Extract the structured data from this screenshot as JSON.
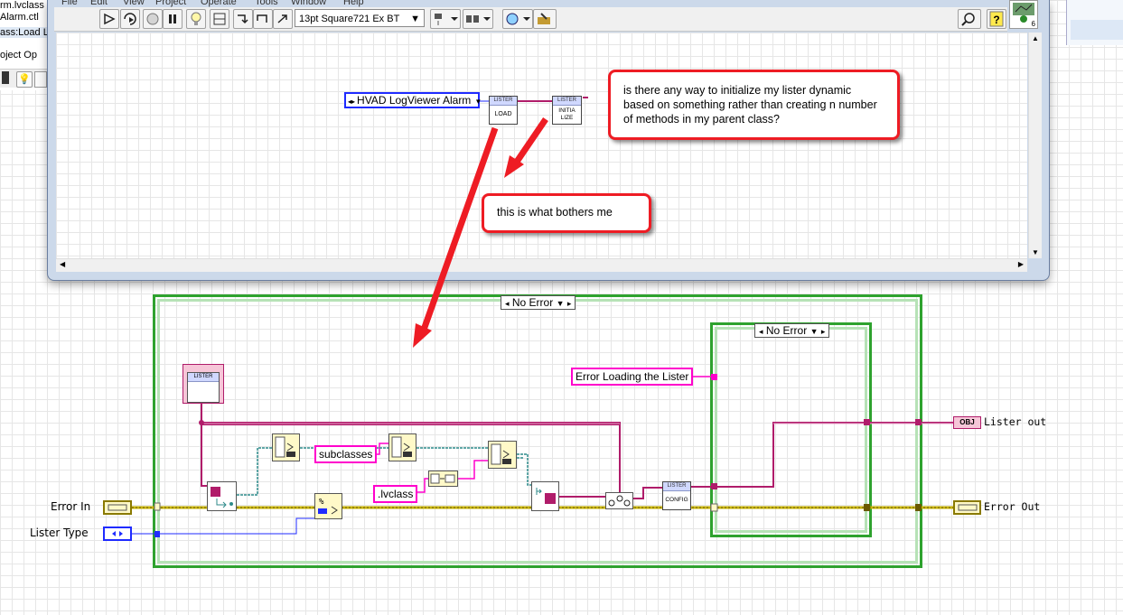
{
  "background_window": {
    "lines": [
      "rm.lvclass",
      "Alarm.ctl",
      "ass:Load L",
      "oject   Op"
    ]
  },
  "menu": {
    "items": [
      "File",
      "Edit",
      "View",
      "Project",
      "Operate",
      "Tools",
      "Window",
      "Help"
    ]
  },
  "toolbar": {
    "font_select": "13pt Square721 Ex BT"
  },
  "corner_badge": "6",
  "top_diagram": {
    "enum_constant": "HVAD LogViewer Alarm",
    "load_node": "LOAD",
    "load_header": "LISTER",
    "init_node_l1": "INITIA",
    "init_node_l2": "LIZE",
    "init_header": "LISTER"
  },
  "callouts": {
    "question": "is there any way to initialize my lister dynamic based on something rather than creating n number of methods in my parent class?",
    "bothers": "this is what bothers me"
  },
  "main_diagram": {
    "case_selector": "No Error",
    "inner_case_selector": "No Error",
    "class_constant_header": "LISTER",
    "error_loading_constant": "Error Loading the Lister",
    "subclasses_constant": "subclasses",
    "lvclass_constant": ".lvclass",
    "config_header": "LISTER",
    "config_node": "CONFIG",
    "error_in_label": "Error In",
    "lister_type_label": "Lister Type",
    "lister_out_label": "Lister out",
    "error_out_label": "Error Out",
    "obj_badge": "OBJ"
  },
  "colors": {
    "class_wire": "#b01c6a",
    "error_wire": "#c8b400",
    "frame_green": "#2ea22e",
    "callout_red": "#ee1c24"
  }
}
